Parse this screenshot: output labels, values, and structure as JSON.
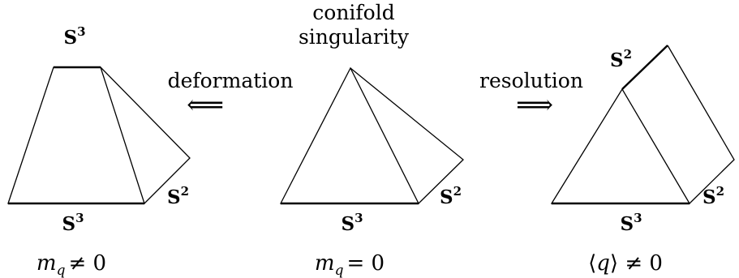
{
  "labels": {
    "deformation": "deformation",
    "resolution": "resolution",
    "conifold_line1": "conifold",
    "conifold_line2": "singularity",
    "sphere_s": "S",
    "exp3": "3",
    "exp2": "2",
    "left_eq_sym": "m",
    "left_eq_sub": "q",
    "left_eq_rhs": "≠ 0",
    "middle_eq_sym": "m",
    "middle_eq_sub": "q",
    "middle_eq_rhs": "= 0",
    "right_eq_lhs": "⟨",
    "right_eq_var": "q",
    "right_eq_rhs": "⟩ ≠ 0",
    "arrow_left": "⟸",
    "arrow_right": "⟹"
  }
}
